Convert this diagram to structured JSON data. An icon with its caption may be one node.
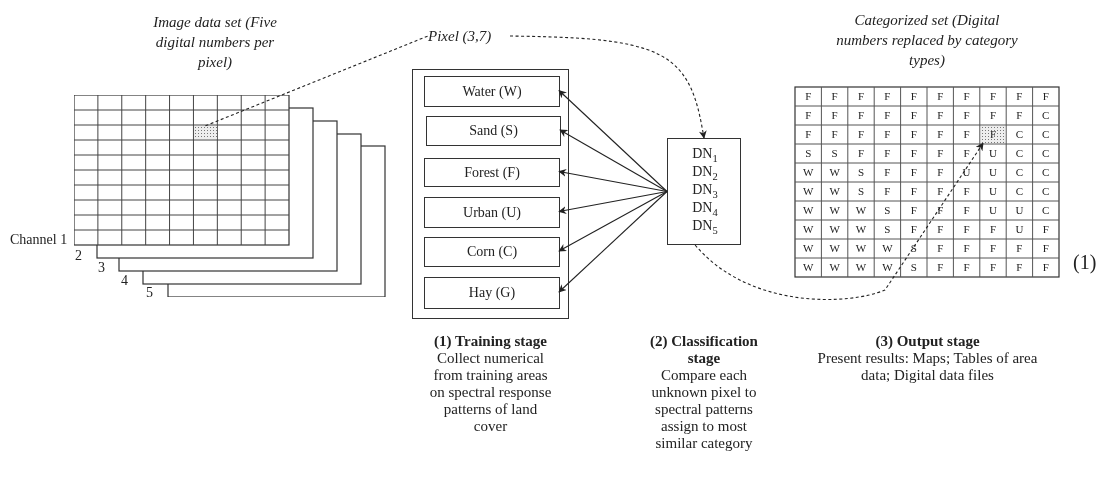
{
  "diagram": {
    "nodes": [
      {
        "text": [
          "Image data set (Five digital numbers per pixel)"
        ]
      },
      {
        "text": [],
        "shape": "box"
      },
      {
        "text": [
          "Pixel (3,7)"
        ]
      },
      {
        "text": [],
        "shape": "box",
        "beside": [
          "(1) Training stage",
          "Collect numerical from training areas on spectral response patterns of land cover"
        ]
      },
      {
        "text": [
          "Water (W)"
        ],
        "in": 3
      },
      {
        "text": [
          "Sand (S)"
        ],
        "in": 3
      },
      {
        "text": [
          "Forest (F)"
        ],
        "in": 3
      },
      {
        "text": [
          "Urban (U)"
        ],
        "in": 3
      },
      {
        "text": [
          "Corn (C)"
        ],
        "in": 3
      },
      {
        "text": [
          "Hay (G)"
        ],
        "in": 3
      },
      {
        "text": [
          "DN$_{1}$ DN$_{2}$ DN$_{3}$ DN$_{4}$ DN$_{5}$"
        ],
        "beside": [
          "(2) Classification stage",
          "Compare each unknown pixel to spectral patterns assign to most similar category"
        ]
      },
      {
        "text": [
          "Categorized set (Digital numbers replaced by category types)"
        ],
        "beside": [
          "(3) Output stage",
          "Present results: Maps; Tables of area data; Digital data files"
        ]
      },
      {
        "text": [],
        "shape": "box",
        "in": 11
      }
    ],
    "edges": [
      {
        "from": 1,
        "to": 2,
        "arrow": "none",
        "style": "dashed"
      },
      {
        "from": 2,
        "to": 10,
        "arrow": "to",
        "style": "dashed"
      },
      {
        "from": 10,
        "to": 4,
        "arrow": "to"
      },
      {
        "from": 10,
        "to": 5,
        "arrow": "to"
      },
      {
        "from": 10,
        "to": 6,
        "arrow": "to"
      },
      {
        "from": 10,
        "to": 7,
        "arrow": "to"
      },
      {
        "from": 10,
        "to": 8,
        "arrow": "to"
      },
      {
        "from": 10,
        "to": 9,
        "arrow": "to"
      },
      {
        "from": 10,
        "to": 12,
        "arrow": "to",
        "style": "dashed"
      }
    ],
    "labels": [
      "Channel 1",
      "2",
      "3",
      "4",
      "5",
      "F",
      "F",
      "F",
      "F",
      "F",
      "F",
      "F",
      "F",
      "F",
      "F",
      "F",
      "F",
      "F",
      "F",
      "F",
      "F",
      "F",
      "F",
      "F",
      "C",
      "F",
      "F",
      "F",
      "F",
      "F",
      "F",
      "F",
      "F",
      "C",
      "C",
      "S",
      "S",
      "F",
      "F",
      "F",
      "F",
      "F",
      "U",
      "C",
      "C",
      "W",
      "W",
      "S",
      "F",
      "F",
      "F",
      "U",
      "U",
      "C",
      "C",
      "W",
      "W",
      "S",
      "F",
      "F",
      "F",
      "F",
      "U",
      "C",
      "C",
      "W",
      "W",
      "W",
      "S",
      "F",
      "F",
      "F",
      "U",
      "U",
      "C",
      "W",
      "W",
      "W",
      "S",
      "F",
      "F",
      "F",
      "F",
      "U",
      "F",
      "W",
      "W",
      "W",
      "W",
      "S",
      "F",
      "F",
      "F",
      "F",
      "F",
      "W",
      "W",
      "W",
      "W",
      "S",
      "F",
      "F",
      "F",
      "F",
      "F",
      "(1)"
    ]
  }
}
